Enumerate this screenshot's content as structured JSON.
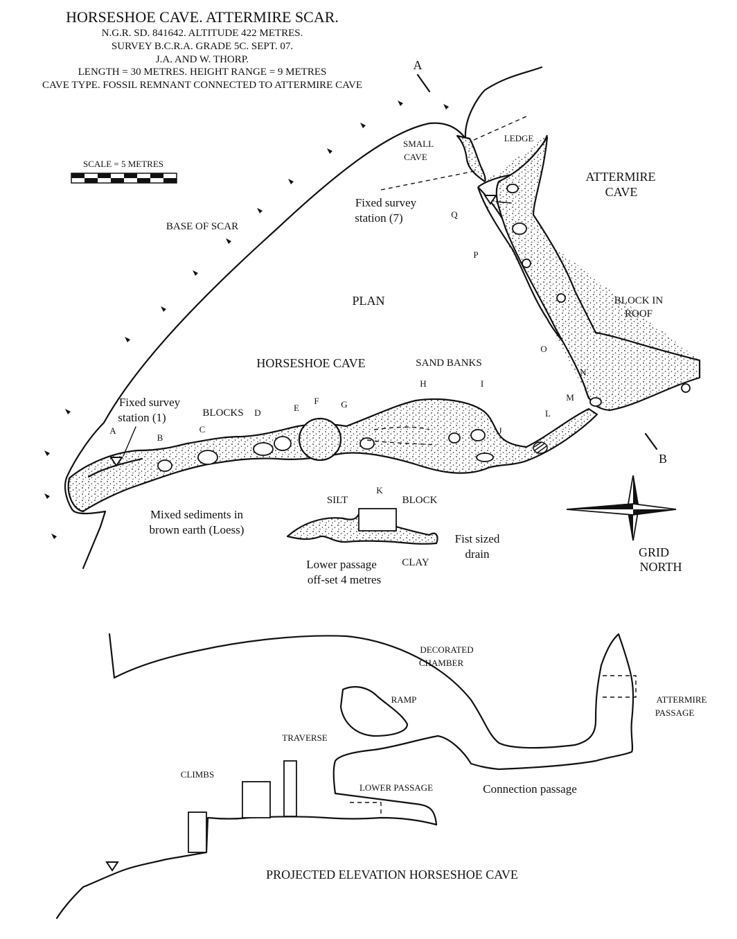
{
  "header": {
    "title": "HORSESHOE CAVE. ATTERMIRE SCAR.",
    "lines": [
      "N.G.R. SD. 841642. ALTITUDE 422 METRES.",
      "SURVEY B.C.R.A. GRADE 5C. SEPT. 07.",
      "J.A. AND W. THORP.",
      "LENGTH = 30 METRES. HEIGHT RANGE = 9 METRES",
      "CAVE TYPE. FOSSIL REMNANT CONNECTED TO ATTERMIRE CAVE"
    ]
  },
  "scale": {
    "label": "SCALE = 5 METRES",
    "segments": 8
  },
  "plan": {
    "title": "PLAN",
    "labels": {
      "base_of_scar": "BASE OF SCAR",
      "small_cave": [
        "SMALL",
        "CAVE"
      ],
      "ledge": "LEDGE",
      "attermire_cave": [
        "ATTERMIRE",
        "CAVE"
      ],
      "fixed_station_7": [
        "Fixed survey",
        "station (7)"
      ],
      "block_in_roof": [
        "BLOCK IN",
        "ROOF"
      ],
      "horseshoe_cave": "HORSESHOE CAVE",
      "sand_banks": "SAND BANKS",
      "fixed_station_1": [
        "Fixed survey",
        "station (1)"
      ],
      "blocks": "BLOCKS",
      "mixed_sediments": [
        "Mixed sediments in",
        "brown earth (Loess)"
      ],
      "silt": "SILT",
      "block": "BLOCK",
      "clay": "CLAY",
      "fist_sized_drain": [
        "Fist sized",
        "drain"
      ],
      "lower_passage": [
        "Lower passage",
        "off-set 4 metres"
      ]
    },
    "section_marks": [
      "A",
      "B",
      "C",
      "D",
      "E",
      "F",
      "G",
      "H",
      "I",
      "J",
      "K",
      "L",
      "M",
      "N",
      "O",
      "P",
      "Q"
    ],
    "section_line_ends": {
      "a": "A",
      "b": "B"
    },
    "north": [
      "GRID",
      "NORTH"
    ]
  },
  "elevation": {
    "title": "PROJECTED ELEVATION HORSESHOE CAVE",
    "labels": {
      "decorated_chamber": [
        "DECORATED",
        "CHAMBER"
      ],
      "ramp": "RAMP",
      "attermire_passage": [
        "ATTERMIRE",
        "PASSAGE"
      ],
      "traverse": "TRAVERSE",
      "climbs": "CLIMBS",
      "lower_passage": "LOWER PASSAGE",
      "connection_passage": "Connection passage"
    }
  },
  "colors": {
    "ink": "#111111",
    "paper": "#ffffff"
  }
}
